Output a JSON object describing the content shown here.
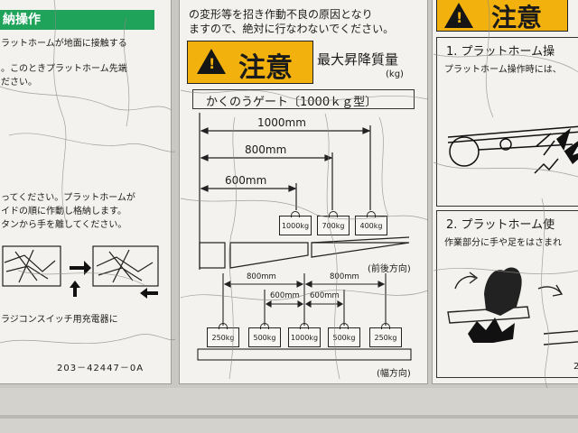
{
  "left_panel": {
    "header": "納操作",
    "lines": [
      "ラットホームが地面に接触する",
      "。このときプラットホーム先端",
      "ださい。",
      "ってください。プラットホームが",
      "イドの順に作動し格納します。",
      "タンから手を離してください。",
      "ラジコンスイッチ用充電器に"
    ],
    "part_number": "203－42447－0A"
  },
  "center_panel": {
    "top_lines": [
      "の変形等を招き作動不良の原因となり",
      "ますので、絶対に行なわないでください。"
    ],
    "warning_label": "注意",
    "max_lift_label": "最大昇降質量",
    "unit_label": "(kg)",
    "gate_title": "かくのうゲート〔1000ｋｇ型〕",
    "lengthwise": {
      "dimensions": [
        "1000mm",
        "800mm",
        "600mm"
      ],
      "weights": [
        "1000kg",
        "700kg",
        "400kg"
      ],
      "direction_label": "(前後方向)"
    },
    "widthwise": {
      "outer_dims": [
        "800mm",
        "800mm"
      ],
      "inner_dims": [
        "600mm",
        "600mm"
      ],
      "weights": [
        "250kg",
        "500kg",
        "1000kg",
        "500kg",
        "250kg"
      ],
      "direction_label": "(幅方向)"
    }
  },
  "right_panel": {
    "warning_label": "注意",
    "section1_title": "1. プラットホーム操",
    "section1_text": "プラットホーム操作時には、",
    "section2_title": "2. プラットホーム使",
    "section2_text": "作業部分に手や足をはさまれ",
    "edge_digit": "2"
  },
  "colors": {
    "warning_yellow": "#f2b10c",
    "header_green": "#1fa25a",
    "label_background": "#f3f2ee"
  }
}
